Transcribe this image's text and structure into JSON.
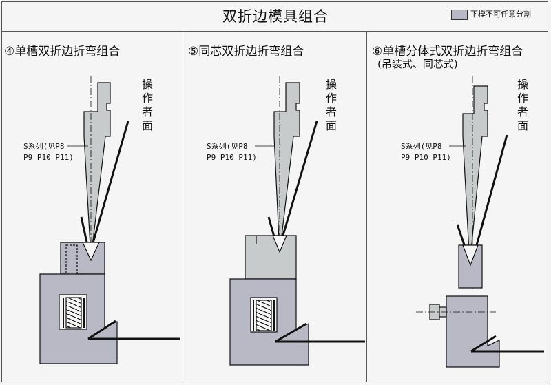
{
  "title": "双折边模具组合",
  "legend": {
    "label": "下模不可任意分割",
    "color": "#b9b9c6"
  },
  "panels": [
    {
      "title": "④单槽双折边折弯组合",
      "subtitle": "",
      "operator_face": [
        "操",
        "作",
        "者",
        "面"
      ],
      "series_label": [
        "S系列(见P8",
        "P9 P10 P11)"
      ]
    },
    {
      "title": "⑤同芯双折边折弯组合",
      "subtitle": "",
      "operator_face": [
        "操",
        "作",
        "者",
        "面"
      ],
      "series_label": [
        "S系列(见P8",
        "P9 P10 P11)"
      ]
    },
    {
      "title": "⑥单槽分体式双折边折弯组合",
      "subtitle": "(吊装式、同芯式)",
      "operator_face": [
        "操",
        "作",
        "者",
        "面"
      ],
      "series_label": [
        "S系列(见P8",
        "P9 P10 P11)"
      ]
    }
  ],
  "colors": {
    "punch": "#c8cbcb",
    "die": "#b9b9c6",
    "line": "#111111"
  }
}
